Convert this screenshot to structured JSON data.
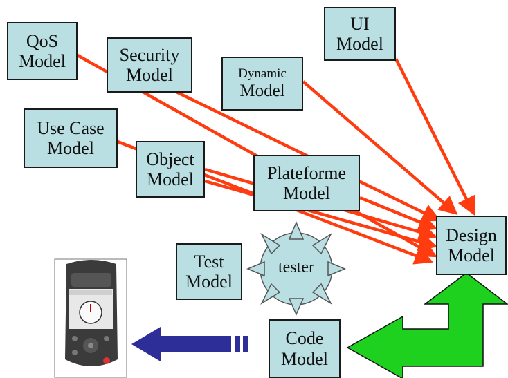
{
  "colors": {
    "box_fill": "#b9dfe2",
    "border": "#1a1a1a",
    "arrow_red": "#ff3b10",
    "arrow_blue": "#2e2e99",
    "arrow_green": "#1fd11f",
    "sun_fill": "#b9dfe2"
  },
  "boxes": {
    "qos": {
      "line1": "QoS",
      "line2": "Model"
    },
    "security": {
      "line1": "Security",
      "line2": "Model"
    },
    "dynamic": {
      "line1": "Dynamic",
      "line2": "Model"
    },
    "ui": {
      "line1": "UI",
      "line2": "Model"
    },
    "use_case": {
      "line1": "Use Case",
      "line2": "Model"
    },
    "object": {
      "line1": "Object",
      "line2": "Model"
    },
    "plateforme": {
      "line1": "Plateforme",
      "line2": "Model"
    },
    "design": {
      "line1": "Design",
      "line2": "Model"
    },
    "test": {
      "line1": "Test",
      "line2": "Model"
    },
    "code": {
      "line1": "Code",
      "line2": "Model"
    }
  },
  "tester": {
    "label": "tester"
  },
  "device": {
    "icon": "gps-device-icon"
  }
}
